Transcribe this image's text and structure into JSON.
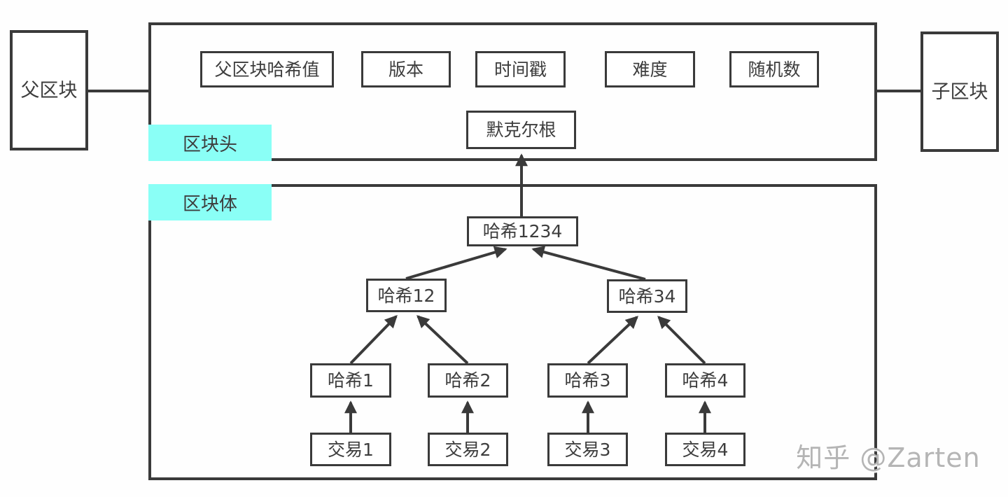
{
  "diagram": {
    "parent_block_label": "父区块",
    "child_block_label": "子区块",
    "block_header": {
      "tag": "区块头",
      "fields": [
        "父区块哈希值",
        "版本",
        "时间戳",
        "难度",
        "随机数"
      ],
      "merkle_root": "默克尔根"
    },
    "block_body": {
      "tag": "区块体",
      "merkle_tree": {
        "root": "哈希1234",
        "branches": [
          "哈希12",
          "哈希34"
        ],
        "leaves": [
          "哈希1",
          "哈希2",
          "哈希3",
          "哈希4"
        ],
        "transactions": [
          "交易1",
          "交易2",
          "交易3",
          "交易4"
        ]
      }
    },
    "colors": {
      "line": "#3a3a3a",
      "tag_background": "#8afff6",
      "watermark_text": "#b5b5b5"
    }
  },
  "watermark": "知乎 @Zarten"
}
